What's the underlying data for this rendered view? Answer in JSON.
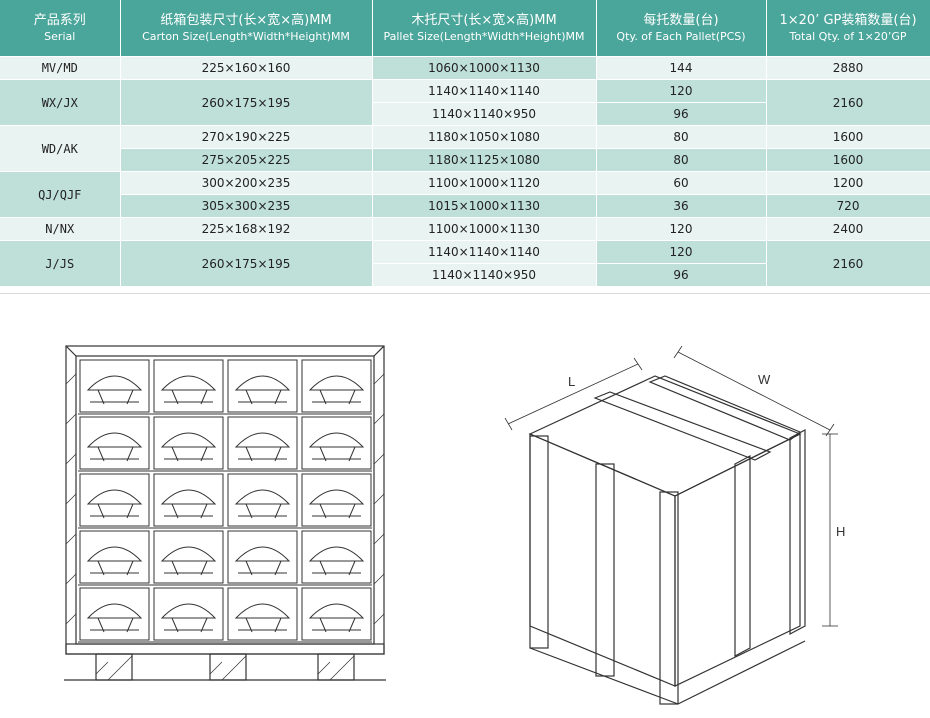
{
  "table": {
    "headers": [
      {
        "zh": "产品系列",
        "en": "Serial"
      },
      {
        "zh": "纸箱包装尺寸(长×宽×高)MM",
        "en": "Carton Size(Length*Width*Height)MM"
      },
      {
        "zh": "木托尺寸(长×宽×高)MM",
        "en": "Pallet Size(Length*Width*Height)MM"
      },
      {
        "zh": "每托数量(台)",
        "en": "Qty. of Each Pallet(PCS)"
      },
      {
        "zh": "1×20’ GP装箱数量(台)",
        "en": "Total Qty. of 1×20’GP"
      }
    ],
    "rows": [
      {
        "serial": "MV/MD",
        "carton": "225×160×160",
        "pallet": "1060×1000×1130",
        "qty": "144",
        "total": "2880"
      },
      {
        "serial": "WX/JX",
        "carton": "260×175×195",
        "pallet": "1140×1140×1140",
        "qty": "120",
        "total": "2160"
      },
      {
        "pallet": "1140×1140×950",
        "qty": "96"
      },
      {
        "serial": "WD/AK",
        "carton": "270×190×225",
        "pallet": "1180×1050×1080",
        "qty": "80",
        "total": "1600"
      },
      {
        "carton": "275×205×225",
        "pallet": "1180×1125×1080",
        "qty": "80",
        "total": "1600"
      },
      {
        "serial": "QJ/QJF",
        "carton": "300×200×235",
        "pallet": "1100×1000×1120",
        "qty": "60",
        "total": "1200"
      },
      {
        "carton": "305×300×235",
        "pallet": "1015×1000×1130",
        "qty": "36",
        "total": "720"
      },
      {
        "serial": "N/NX",
        "carton": "225×168×192",
        "pallet": "1100×1000×1130",
        "qty": "120",
        "total": "2400"
      },
      {
        "serial": "J/JS",
        "carton": "260×175×195",
        "pallet": "1140×1140×1140",
        "qty": "120",
        "total": "2160"
      },
      {
        "pallet": "1140×1140×950",
        "qty": "96"
      }
    ]
  },
  "crate_labels": {
    "length": "L",
    "width": "W",
    "height": "H"
  },
  "colors": {
    "header": "#4aa59a",
    "cell_light": "#e9f3f1",
    "cell_mid": "#bfe0d8",
    "line": "#333333"
  }
}
